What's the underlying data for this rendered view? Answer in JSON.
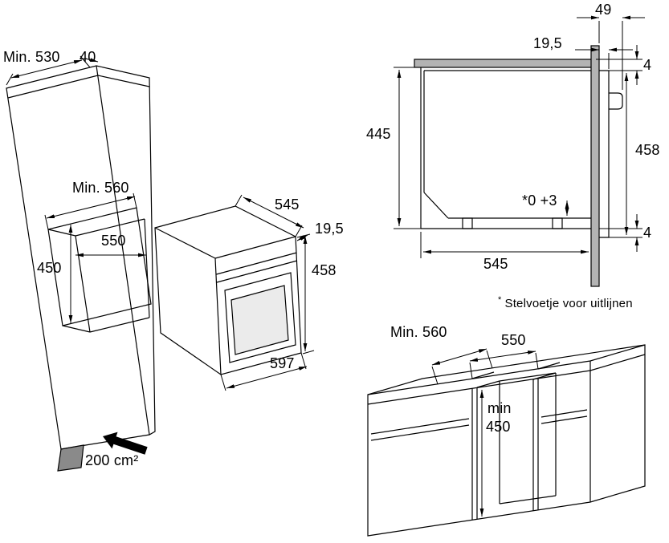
{
  "colors": {
    "line": "#000000",
    "panel_fill": "#b3b3b3",
    "plinth_fill": "#8a8a8a",
    "glass_fill": "#ebebeb",
    "background": "#ffffff"
  },
  "tall_cabinet": {
    "top_depth": "Min. 530",
    "rear_gap": "40",
    "niche_width": "Min. 560",
    "niche_depth": "550",
    "niche_height": "450",
    "vent_area": "200 cm²"
  },
  "oven": {
    "depth": "545",
    "fascia_depth": "19,5",
    "height": "458",
    "width": "597"
  },
  "section": {
    "handle_clearance": "49",
    "fascia_depth": "19,5",
    "niche_height": "445",
    "top_gap": "4",
    "front_height": "458",
    "foot_adjustment": "*0 +3",
    "bottom_gap": "4",
    "niche_depth": "545",
    "footnote_marker": "*",
    "footnote_text": "Stelvoetje voor uitlijnen"
  },
  "base_cabinet": {
    "worktop_depth": "Min. 560",
    "opening_width": "550",
    "opening_height_label": "min",
    "opening_height_value": "450"
  }
}
